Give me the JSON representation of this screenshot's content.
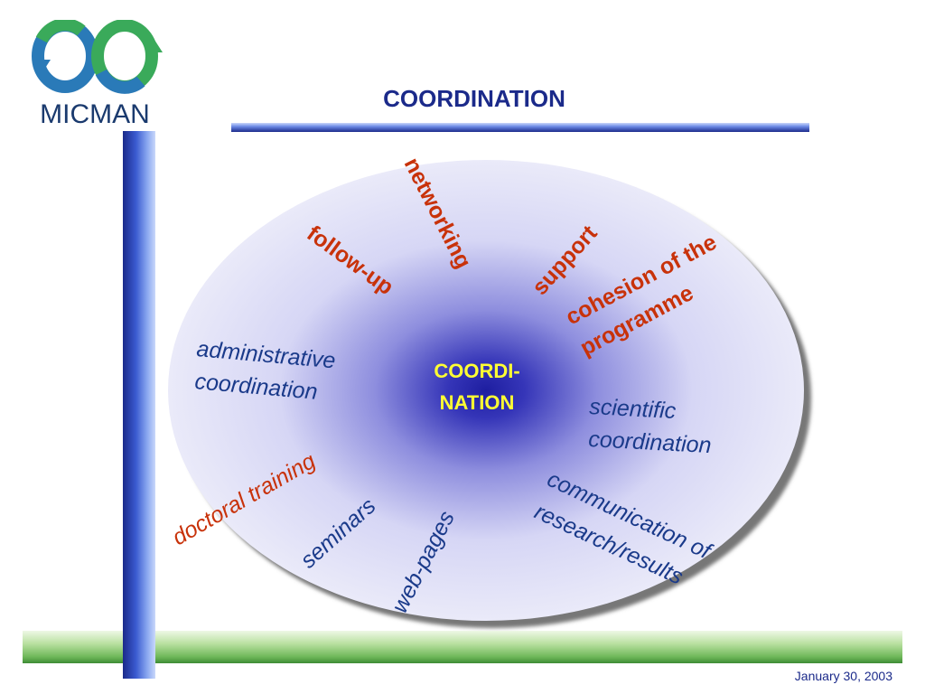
{
  "brand": {
    "name": "MICMAN"
  },
  "slide": {
    "title": "COORDINATION",
    "date": "January 30, 2003"
  },
  "diagram": {
    "center": {
      "line1": "COORDI-",
      "line2": "NATION"
    },
    "labels": {
      "networking": "networking",
      "follow_up": "follow-up",
      "support": "support",
      "cohesion_line1": "cohesion of the",
      "cohesion_line2": "programme",
      "administrative_line1": "administrative",
      "administrative_line2": "coordination",
      "scientific_line1": "scientific",
      "scientific_line2": "coordination",
      "doctoral_training": "doctoral  training",
      "seminars": "seminars",
      "web_pages": "web-pages",
      "communication_line1": "communication of",
      "communication_line2": "research/results"
    }
  },
  "colors": {
    "title_blue": "#1b2a8a",
    "label_red": "#c8320a",
    "label_blue": "#1a3a8a",
    "center_yellow": "#ffff33",
    "logo_green": "#3aaa5a",
    "logo_blue": "#2a7ab8"
  }
}
